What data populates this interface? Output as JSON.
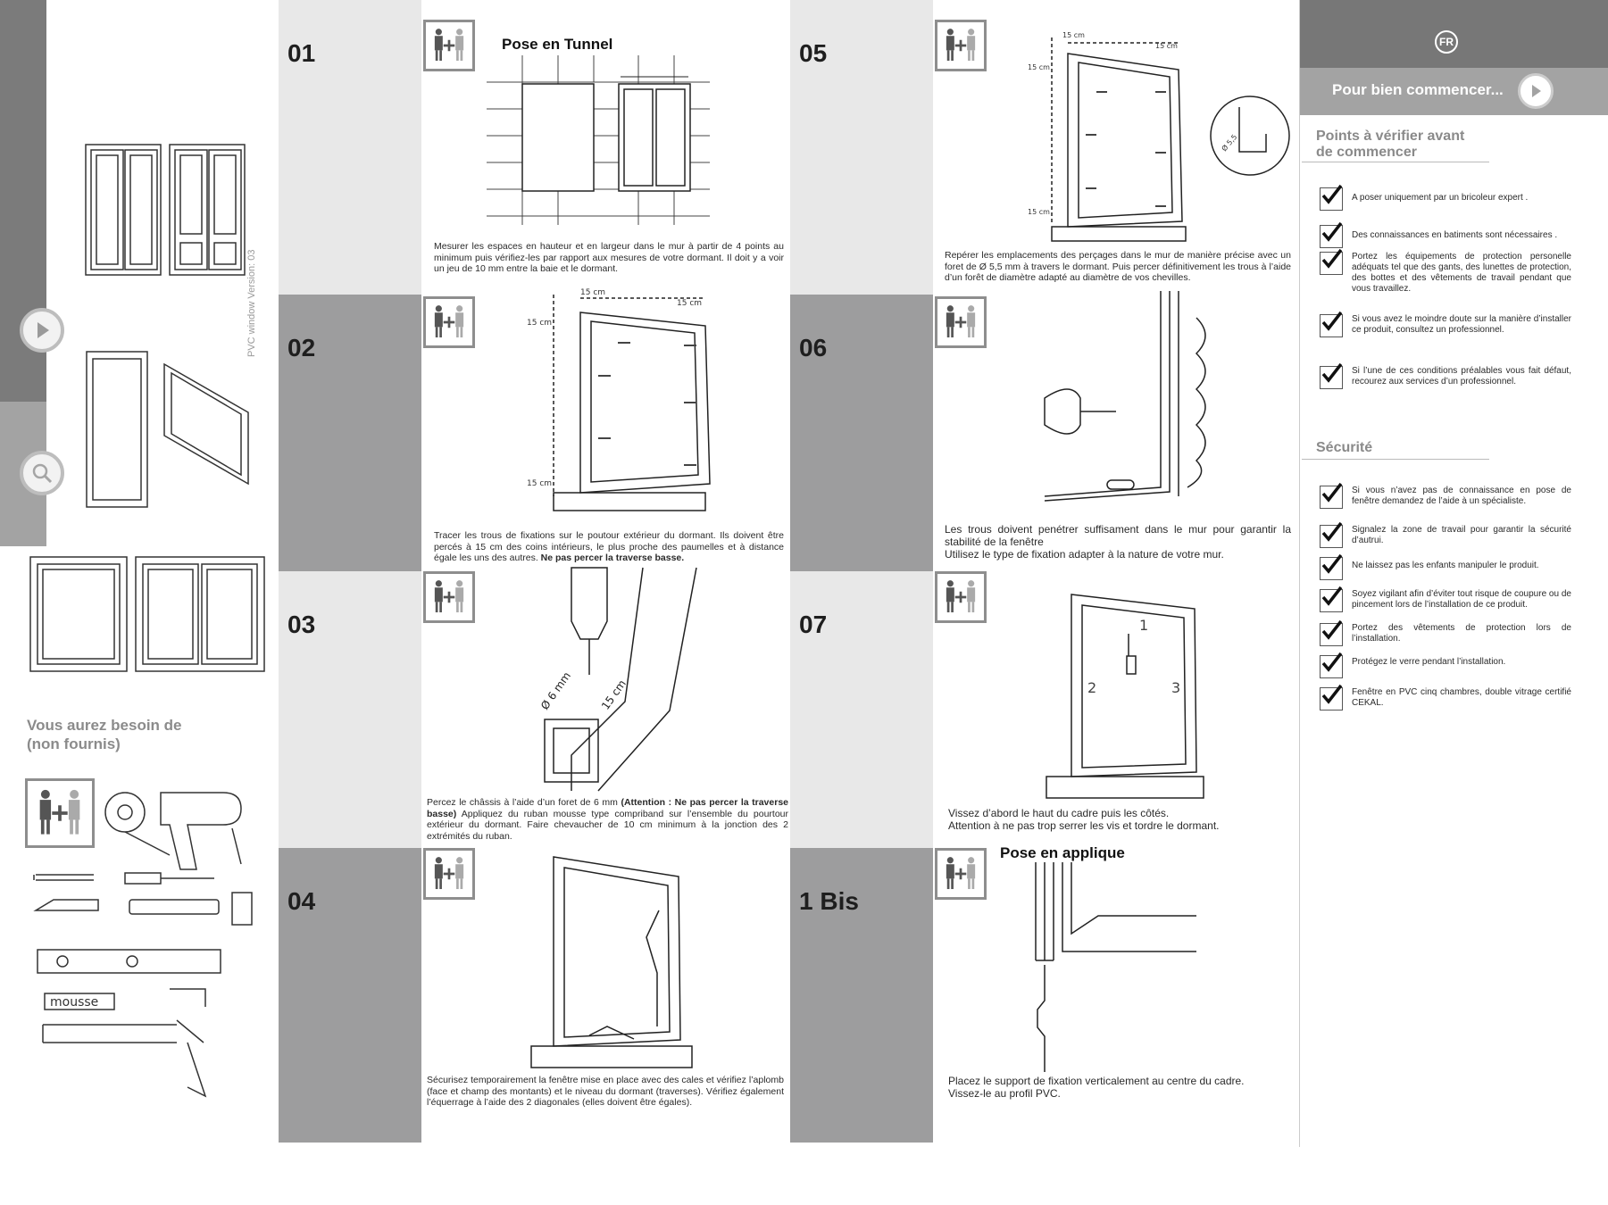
{
  "left_panel": {
    "play_icon": "play-icon",
    "search_icon": "magnifier-icon",
    "version": "PVC window Version: 03",
    "needs_title_line1": "Vous aurez besoin de",
    "needs_title_line2": "(non fournis)",
    "mousse_label": "mousse"
  },
  "steps": [
    {
      "id": "01",
      "heading": "Pose en Tunnel",
      "text": "Mesurer les espaces en hauteur et en largeur dans le mur à partir de 4 points au minimum puis vérifiez-les par rapport aux mesures de votre dormant. Il doit y a voir un jeu de 10 mm entre la baie et le dormant."
    },
    {
      "id": "02",
      "heading": "",
      "text": "Tracer les trous de fixations sur le poutour extérieur du dormant. Ils doivent être percés à 15 cm des coins intérieurs, le plus proche des paumelles et à distance égale les uns des autres.",
      "text_strong": "Ne pas percer la traverse basse.",
      "dim_a": "15 cm",
      "dim_b": "15 cm",
      "dim_c": "15 cm",
      "dim_d": "15 cm"
    },
    {
      "id": "03",
      "heading": "",
      "text": "Percez le châssis à l’aide d’un foret de 6 mm",
      "text_strong": "(Attention : Ne pas percer la traverse basse)",
      "text_2": "Appliquez du ruban mousse type compriband sur l’ensemble du pourtour extérieur du dormant. Faire chevaucher de 10 cm minimum à la jonction des 2 extrémités du ruban.",
      "label_diam": "Ø 6 mm",
      "label_dist": "15 cm"
    },
    {
      "id": "04",
      "heading": "",
      "text": "Sécurisez temporairement la fenêtre mise en place avec des cales et vérifiez l’aplomb (face et champ des montants) et le niveau du dormant (traverses). Vérifiez également l’équerrage à l’aide des 2 diagonales (elles doivent être égales)."
    },
    {
      "id": "05",
      "heading": "",
      "text": "Repérer les emplacements des perçages dans le mur de manière précise avec un foret de Ø 5,5 mm à travers le dormant. Puis percer définitivement les trous à l’aide d’un forêt de diamètre adapté au diamètre de vos chevilles.",
      "dim_a": "15 cm",
      "dim_b": "15 cm",
      "dim_c": "15 cm",
      "dim_d": "15 cm",
      "label_diam": "Ø 5,5"
    },
    {
      "id": "06",
      "heading": "",
      "text": "Les trous doivent penétrer suffisament dans le mur pour garantir la stabilité de la fenêtre",
      "text_2": "Utilisez le type de fixation adapter à la nature de votre mur."
    },
    {
      "id": "07",
      "heading": "",
      "text": "Vissez d’abord le haut du cadre puis les côtés.",
      "text_2": "Attention à ne pas trop serrer les vis et tordre le dormant.",
      "n1": "1",
      "n2": "2",
      "n3": "3"
    },
    {
      "id": "1 Bis",
      "heading": "Pose en applique",
      "text": "Placez le support de fixation verticalement au centre du cadre.",
      "text_2": "Vissez-le au profil PVC."
    }
  ],
  "right_panel": {
    "lang_badge": "FR",
    "start_label": "Pour bien commencer...",
    "check_title_line1": "Points à vérifier avant",
    "check_title_line2": "de commencer",
    "checks": [
      "A poser uniquement par un bricoleur expert .",
      "Des connaissances en batiments sont nécessaires .",
      "Portez les équipements de protection personelle adéquats tel que des gants, des lunettes de protection, des bottes et des vêtements de travail pendant que vous travaillez.",
      "Si vous avez le moindre doute sur la manière d’installer ce produit, consultez un professionnel.",
      "Si l’une de ces conditions préalables vous fait défaut, recourez aux services d’un professionnel."
    ],
    "security_title": "Sécurité",
    "security": [
      "Si vous n’avez pas de connaissance en pose de fenêtre demandez de l’aide à un spécialiste.",
      "Signalez la zone de travail pour garantir la sécurité d’autrui.",
      "Ne laissez pas les enfants manipuler le produit.",
      "Soyez vigilant afin d’éviter tout risque de coupure ou de pincement lors de l’installation de ce produit.",
      "Portez des vêtements de protection lors de l’installation.",
      "Protégez le verre pendant l’installation.",
      "Fenêtre en PVC cinq chambres, double vitrage certifié CEKAL."
    ]
  }
}
